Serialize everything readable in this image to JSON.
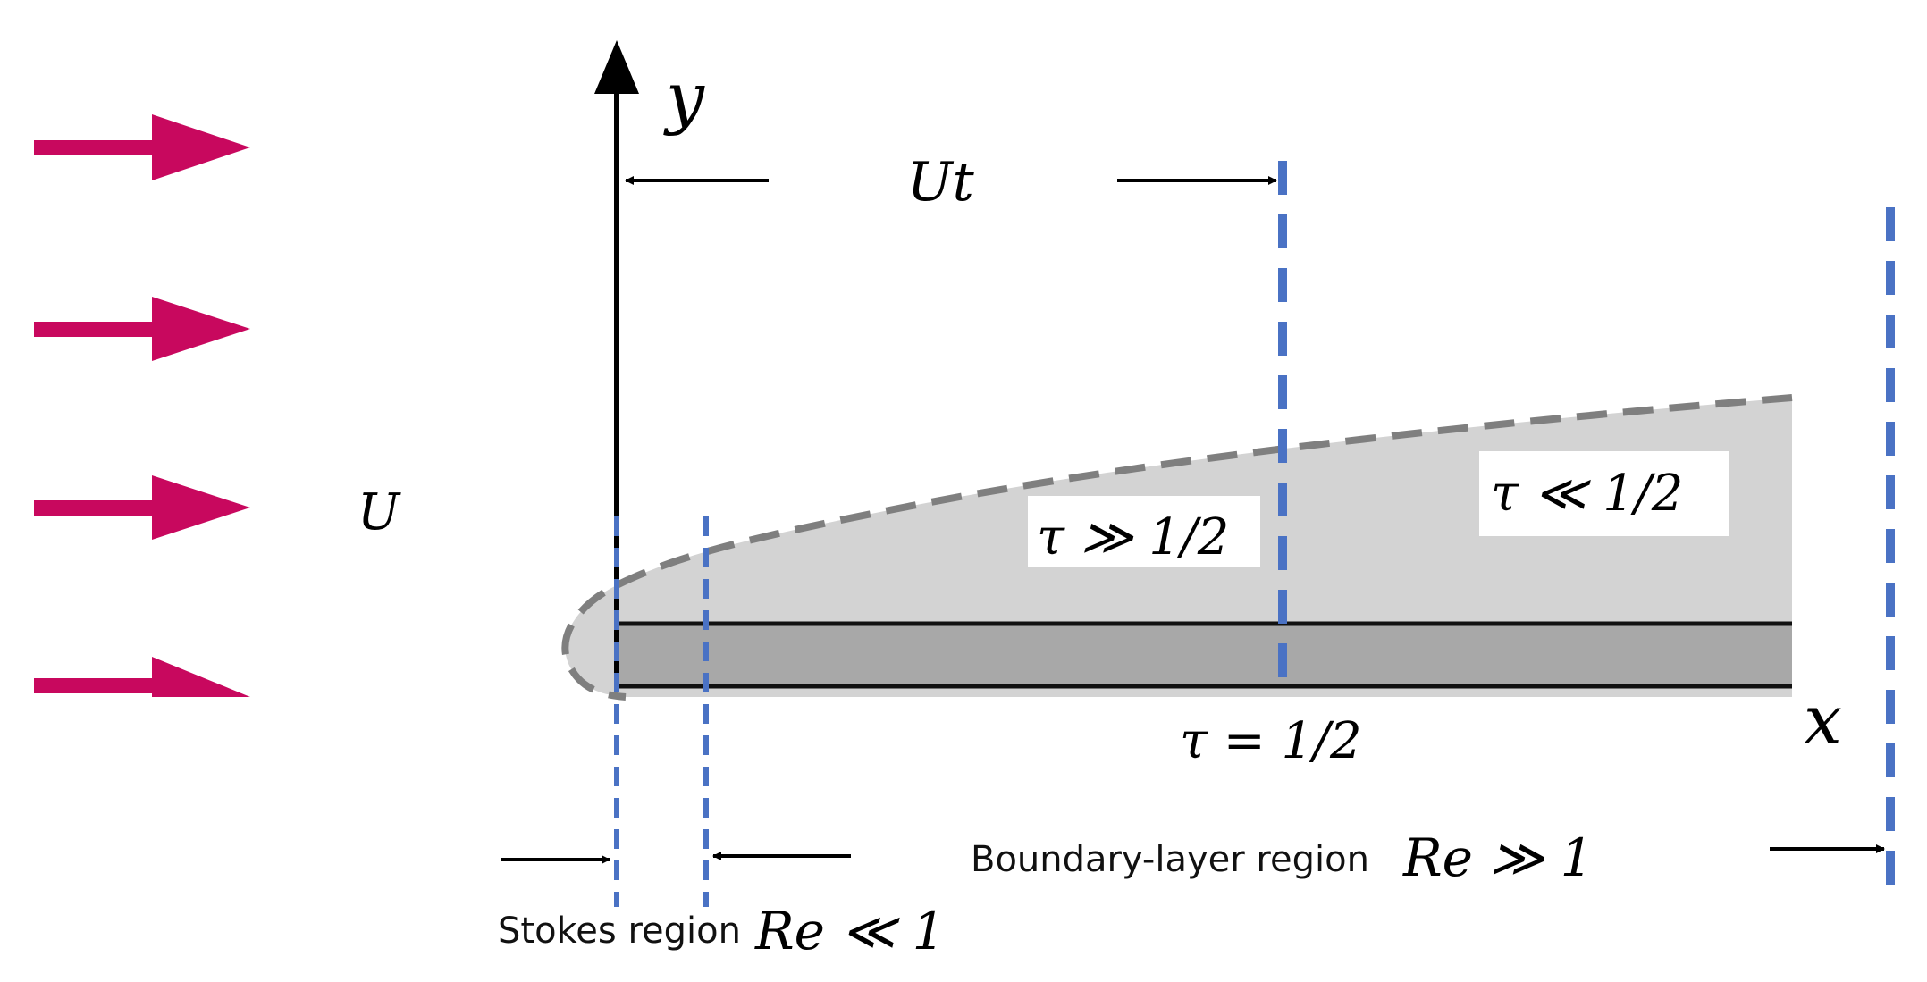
{
  "labels": {
    "y_axis": "y",
    "x_axis": "x",
    "velocity": "U",
    "ut": "Ut",
    "tau_much_greater": "τ ≫ 1/2",
    "tau_much_less": "τ ≪ 1/2",
    "tau_equal": "τ = 1/2",
    "boundary_region": "Boundary-layer region",
    "boundary_re": "Re ≫ 1",
    "stokes_region": "Stokes region",
    "stokes_re": "Re ≪ 1"
  },
  "colors": {
    "flow_arrow": "#c8085e",
    "dashed_marker": "#4a72c4",
    "boundary_fill": "#d3d3d3",
    "plate_fill": "#a8a8a8",
    "boundary_edge": "#7f7f7f",
    "axis": "#000000"
  }
}
